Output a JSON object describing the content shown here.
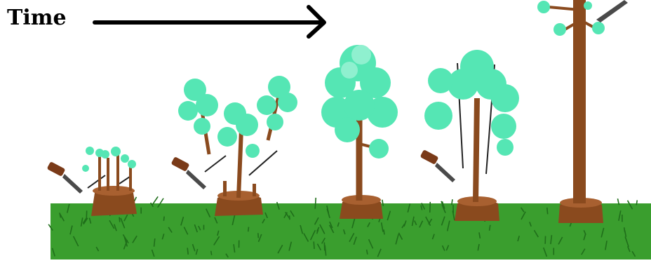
{
  "header": {
    "label": "Time"
  },
  "colors": {
    "sky": "#ffffff",
    "grass": "#3a9e2e",
    "grass_dark": "#1f6e1a",
    "trunk": "#8a4a1e",
    "trunk_dark": "#5a2e10",
    "leaf": "#55e6b4",
    "leaf_light": "#8ff0cf",
    "blade": "#4a4a4a",
    "handle": "#7a3a18",
    "buds": "#d9922e"
  },
  "stages": [
    {
      "name": "stage-1",
      "description_hidden": true
    },
    {
      "name": "stage-2"
    },
    {
      "name": "stage-3"
    },
    {
      "name": "stage-4"
    },
    {
      "name": "stage-5"
    }
  ]
}
